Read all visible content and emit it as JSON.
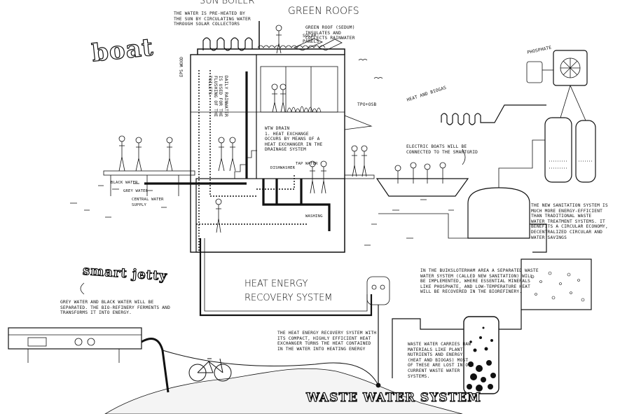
{
  "titles": {
    "sun_boiler": "SUN BOILER",
    "green_roofs": "GREEN ROOFS",
    "boat": "boat",
    "smart_jetty": "smart jetty",
    "heat_energy_1": "HEAT ENERGY",
    "heat_energy_2": "RECOVERY SYSTEM",
    "waste_water": "WASTE WATER SYSTEM"
  },
  "notes": {
    "sun_preheat": [
      "THE WATER IS PRE-HEATED BY",
      "THE SUN BY CIRCULATING WATER",
      "THROUGH SOLAR COLLECTORS"
    ],
    "green_roof": [
      "GREEN ROOF (SEDUM)",
      "INSULATES AND",
      "COLLECTS RAINWATER"
    ],
    "solar_panels": [
      "SOLAR",
      "PANELS"
    ],
    "rainwater": [
      "DAILY RAINWATER",
      "IS USED FOR THE",
      "FLUSHING OF THE",
      "TOILETS"
    ],
    "eps_wood": "EPS WOOD",
    "tpo": "TPO+OSB",
    "wtw_drain": [
      "WTW DRAIN",
      "1. HEAT EXCHANGE",
      "OCCURS BY MEANS OF A",
      "HEAT EXCHANGER IN THE",
      "DRAINAGE SYSTEM"
    ],
    "dishwasher": "DISHWASHER",
    "tap_water": "TAP WATER",
    "washing": "WASHING",
    "black_water": "BLACK WATER",
    "grey_water": "GREY WATER",
    "central_water": [
      "CENTRAL WATER",
      "SUPPLY"
    ],
    "electric_boats": [
      "ELECTRIC BOATS WILL BE",
      "CONNECTED TO THE SMARTGRID"
    ],
    "heat_biogas": "HEAT AND BIOGAS",
    "phosphate": "PHOSPHATE",
    "sanitation": [
      "THE NEW SANITATION SYSTEM IS",
      "MUCH MORE ENERGY-EFFICIENT",
      "THAN TRADITIONAL WASTE",
      "WATER TREATMENT SYSTEMS. IT",
      "BENEFITS A CIRCULAR ECONOMY,",
      "DECENTRALIZED CIRCULAR AND",
      "WATER SAVINGS"
    ],
    "buiksloterham": [
      "IN THE BUIKSLOTERHAM AREA A SEPARATED WASTE",
      "WATER SYSTEM (CALLED NEW SANITATION) WILL",
      "BE IMPLEMENTED, WHERE ESSENTIAL MINERALS",
      "LIKE PHOSPHATE, AND LOW-TEMPERATURE HEAT",
      "WILL BE RECOVERED IN THE BIOREFINERY."
    ],
    "jetty": [
      "GREY WATER AND BLACK WATER WILL BE",
      "SEPARATED. THE BIO-REFINERY FERMENTS AND",
      "TRANSFORMS IT INTO ENERGY."
    ],
    "heat_recovery": [
      "THE HEAT ENERGY RECOVERY SYSTEM WITH",
      "ITS COMPACT, HIGHLY EFFICIENT HEAT",
      "EXCHANGER TURNS THE HEAT CONTAINED",
      "IN THE WATER INTO HEATING ENERGY"
    ],
    "waste_raw": [
      "WASTE WATER CARRIES RAW",
      "MATERIALS LIKE PLANT",
      "NUTRIENTS AND ENERGY",
      "(HEAT AND BIOGAS) MOST",
      "OF THESE ARE LOST IN OUR",
      "CURRENT WASTE WATER",
      "SYSTEMS."
    ]
  },
  "colors": {
    "ink": "#111111",
    "paper": "#ffffff"
  }
}
